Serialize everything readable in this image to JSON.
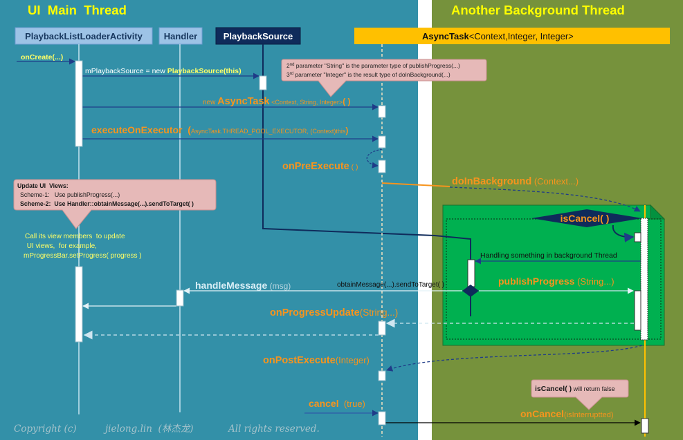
{
  "colors": {
    "main_thread_bg": "#3390a8",
    "background_thread_bg": "#76923c",
    "asynctask_header": "#ffc000",
    "playback_source_header": "#0f2b5b",
    "background_work_box": "#00b050",
    "note_fill": "#e6b9b8",
    "method_label": "#f7941d"
  },
  "titles": {
    "main_thread": "UI  Main  Thread",
    "background_thread": "Another Background Thread"
  },
  "lifelines": {
    "activity": "PlaybackListLoaderActivity",
    "handler": "Handler",
    "playback_source": "PlaybackSource",
    "asynctask": {
      "name": "AsyncTask",
      "generic_params": "<Context,Integer, Integer>"
    }
  },
  "messages": {
    "on_create": "onCreate(...)",
    "new_playback_source": {
      "assign": "mPlaybackSource = new ",
      "constructor": "PlaybackSource(this)"
    },
    "new_asynctask": {
      "keyword": "new ",
      "name": "AsyncTask",
      "generic_params": " <Context, String, Integer>",
      "call": "( )"
    },
    "execute_on_executor": {
      "name": "executeOnExecutor",
      "open": "  (",
      "args": "AsyncTask.THREAD_POOL_EXECUTOR, (Context)this",
      "close": ")"
    },
    "on_pre_execute": {
      "name": "onPreExecute",
      "args": " ( )"
    },
    "do_in_background": {
      "name": "doInBackground",
      "args": " (Context...)"
    },
    "is_cancel": "isCancel( )",
    "handling_background": "Handling something in background Thread",
    "obtain_message": "obtainMessage(...).sendToTarget( )",
    "handle_message": {
      "name": "handleMessage",
      "args": " (msg)"
    },
    "publish_progress": {
      "name": "publishProgress",
      "args": " (String...)"
    },
    "on_progress_update": {
      "name": "onProgressUpdate",
      "args": "(String...)"
    },
    "on_post_execute": {
      "name": "onPostExecute",
      "args": "(Integer)"
    },
    "cancel": {
      "name": "cancel",
      "args": "  (true)"
    },
    "on_cancel": {
      "name": "onCancel",
      "args": "(isInterruptted)"
    }
  },
  "notes": {
    "asynctask_params": {
      "line1": {
        "ordinal": "2",
        "suffix": "nd",
        "text": " parameter \"String\" is the parameter type of publishProgress(...)"
      },
      "line2": {
        "ordinal": "3",
        "suffix": "rd",
        "text": " parameter \"Integer\" is the result type of doInBackground(...)"
      }
    },
    "update_ui": {
      "title": "Update UI  Views:",
      "scheme1": "Scheme-1:   Use publishProgress(...)",
      "scheme2": "Scheme-2:  Use Handler::obtainMessage(...).sendToTarget( )"
    },
    "call_view_members": [
      "Call its view members  to update",
      " UI views,  for example,",
      "mProgressBar.setProgress( progress )"
    ],
    "is_cancel_false": {
      "call": "isCancel( )",
      "text": " will return false"
    }
  },
  "copyright": {
    "notice": "Copyright (c)",
    "author": "jielong.lin  (林杰龙)",
    "rights": "All rights reserved."
  }
}
